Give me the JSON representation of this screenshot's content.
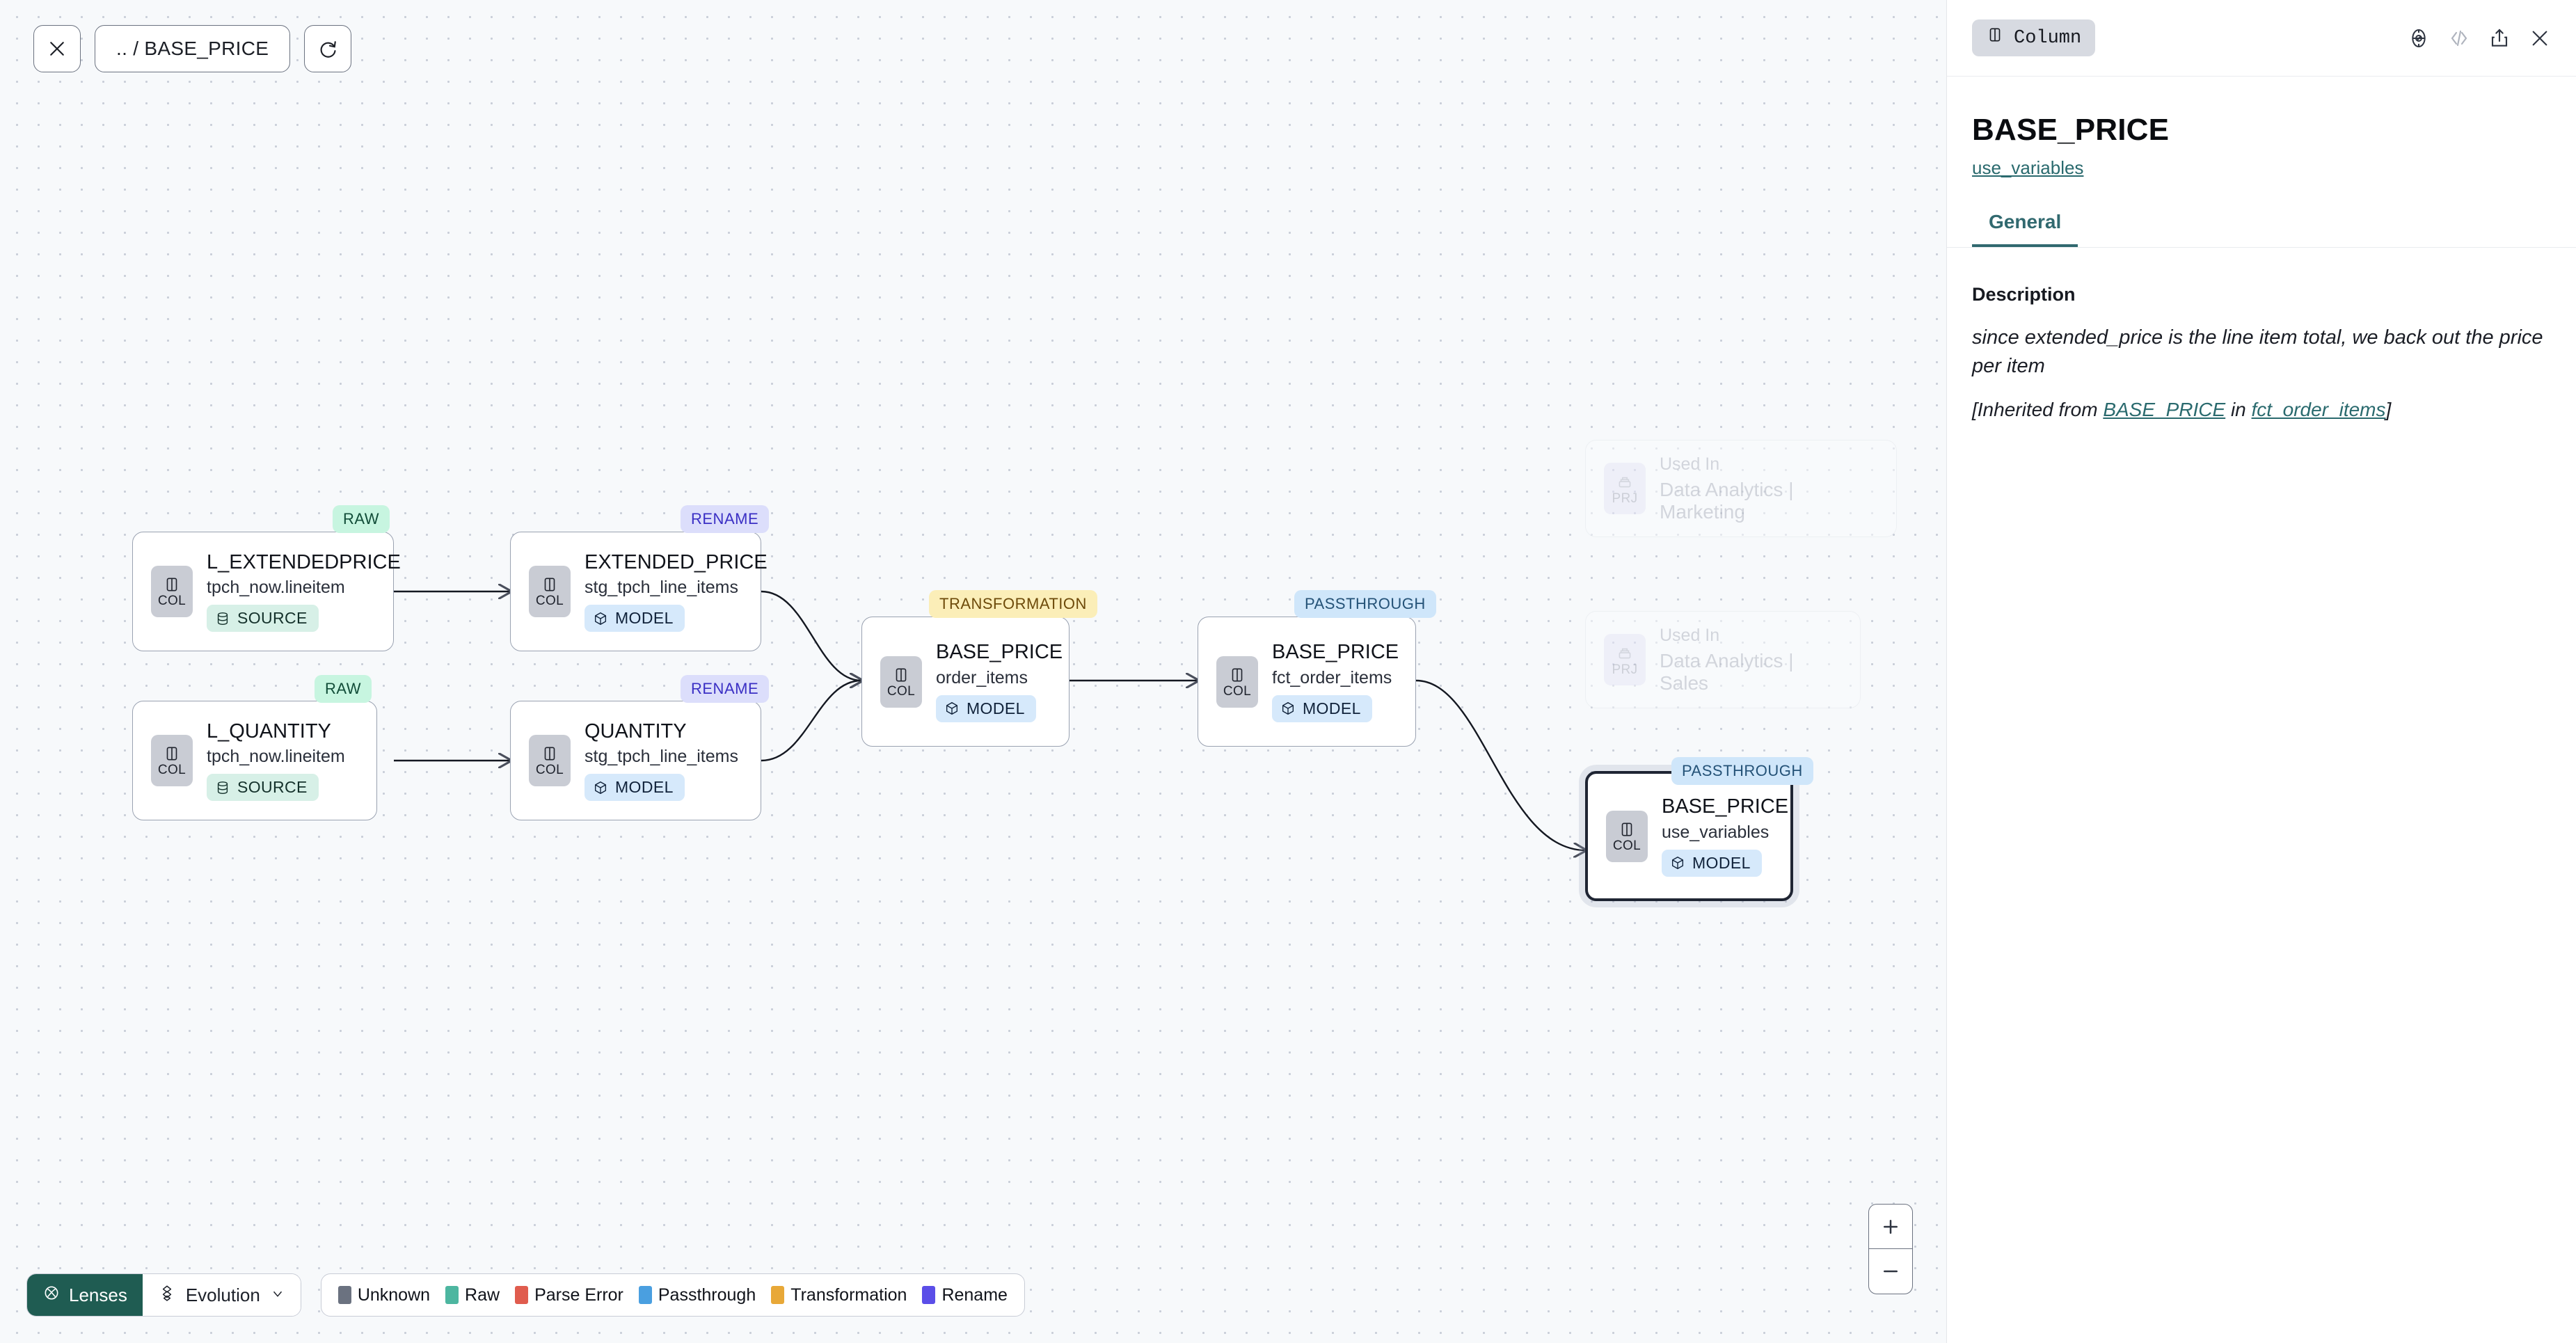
{
  "toolbar": {
    "close_icon": "close-icon",
    "breadcrumb_path": ".. / BASE_PRICE",
    "refresh_icon": "refresh-icon"
  },
  "graph": {
    "nodes": [
      {
        "id": "l_extendedprice",
        "badge": "RAW",
        "badge_kind": "raw",
        "tag": "COL",
        "name": "L_EXTENDEDPRICE",
        "sub": "tpch_now.lineitem",
        "pill": "SOURCE",
        "pill_kind": "source",
        "selected": false
      },
      {
        "id": "l_quantity",
        "badge": "RAW",
        "badge_kind": "raw",
        "tag": "COL",
        "name": "L_QUANTITY",
        "sub": "tpch_now.lineitem",
        "pill": "SOURCE",
        "pill_kind": "source",
        "selected": false
      },
      {
        "id": "extended_price",
        "badge": "RENAME",
        "badge_kind": "rename",
        "tag": "COL",
        "name": "EXTENDED_PRICE",
        "sub": "stg_tpch_line_items",
        "pill": "MODEL",
        "pill_kind": "model",
        "selected": false
      },
      {
        "id": "quantity",
        "badge": "RENAME",
        "badge_kind": "rename",
        "tag": "COL",
        "name": "QUANTITY",
        "sub": "stg_tpch_line_items",
        "pill": "MODEL",
        "pill_kind": "model",
        "selected": false
      },
      {
        "id": "base_price_order_items",
        "badge": "TRANSFORMATION",
        "badge_kind": "trans",
        "tag": "COL",
        "name": "BASE_PRICE",
        "sub": "order_items",
        "pill": "MODEL",
        "pill_kind": "model",
        "selected": false
      },
      {
        "id": "base_price_fct_order_items",
        "badge": "PASSTHROUGH",
        "badge_kind": "pass",
        "tag": "COL",
        "name": "BASE_PRICE",
        "sub": "fct_order_items",
        "pill": "MODEL",
        "pill_kind": "model",
        "selected": false
      },
      {
        "id": "base_price_use_variables",
        "badge": "PASSTHROUGH",
        "badge_kind": "pass",
        "tag": "COL",
        "name": "BASE_PRICE",
        "sub": "use_variables",
        "pill": "MODEL",
        "pill_kind": "model",
        "selected": true
      }
    ],
    "ghost_nodes": [
      {
        "id": "used_in_marketing",
        "tag": "PRJ",
        "line1": "Used In",
        "line2": "Data Analytics | Marketing"
      },
      {
        "id": "used_in_sales",
        "tag": "PRJ",
        "line1": "Used In",
        "line2": "Data Analytics | Sales"
      }
    ]
  },
  "bottom": {
    "lenses_label": "Lenses",
    "evolution_label": "Evolution",
    "legend": [
      {
        "label": "Unknown",
        "color": "#6b7280"
      },
      {
        "label": "Raw",
        "color": "#4db6a0"
      },
      {
        "label": "Parse Error",
        "color": "#e05c4e"
      },
      {
        "label": "Passthrough",
        "color": "#4a9fe0"
      },
      {
        "label": "Transformation",
        "color": "#e8a838"
      },
      {
        "label": "Rename",
        "color": "#5b4ee8"
      }
    ],
    "zoom_in": "+",
    "zoom_out": "−"
  },
  "panel": {
    "kind_chip": "Column",
    "kind_icon": "column-icon",
    "actions": [
      "compass-icon",
      "code-icon",
      "share-icon",
      "close-icon"
    ],
    "title": "BASE_PRICE",
    "model_link": "use_variables",
    "tabs": [
      {
        "label": "General",
        "active": true
      }
    ],
    "section_title": "Description",
    "description": "since extended_price is the line item total, we back out the price per item",
    "inherited": {
      "prefix": "[Inherited from ",
      "column_link": "BASE_PRICE",
      "middle": " in ",
      "model_link": "fct_order_items",
      "suffix": "]"
    }
  },
  "colors": {
    "accent_teal": "#2a6a6e",
    "lenses_green": "#1f5c52",
    "canvas_bg": "#f7f9fb"
  }
}
